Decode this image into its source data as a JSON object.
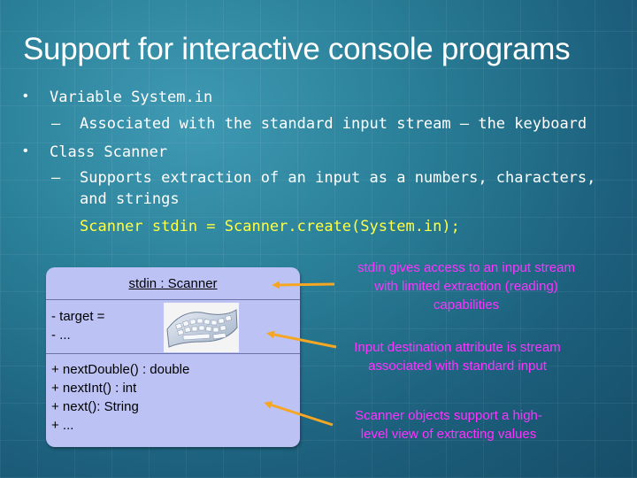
{
  "slide": {
    "title": "Support for interactive console programs",
    "bullets": [
      {
        "marker": "•",
        "text": "Variable System.in",
        "sub": {
          "marker": "–",
          "text": "Associated with the standard input stream – the keyboard"
        }
      },
      {
        "marker": "•",
        "text": "Class Scanner",
        "sub": {
          "marker": "–",
          "text_line1": "Supports extraction of an input as a numbers, characters,",
          "text_line2": "and strings"
        }
      }
    ],
    "code": "Scanner stdin = Scanner.create(System.in);",
    "uml": {
      "name": "stdin : Scanner",
      "attributes": [
        "- target =",
        "- ..."
      ],
      "operations": [
        "+ nextDouble() : double",
        "+ nextInt() : int",
        "+ next(): String",
        "+ ..."
      ],
      "image_icon": "keyboard-icon"
    },
    "notes": [
      {
        "line1": "stdin  gives access to an input stream",
        "line2": "with limited extraction (reading)",
        "line3": "capabilities"
      },
      {
        "line1": "Input destination attribute is stream",
        "line2": "associated with standard input"
      },
      {
        "line1": "Scanner objects support a high-",
        "line2": "level view of extracting values"
      }
    ],
    "colors": {
      "background": "#2a7f98",
      "title": "#ffffff",
      "code": "#ffff44",
      "notes": "#ff33ff",
      "arrows": "#f5a623",
      "uml_box": "#bcc3f4"
    }
  }
}
